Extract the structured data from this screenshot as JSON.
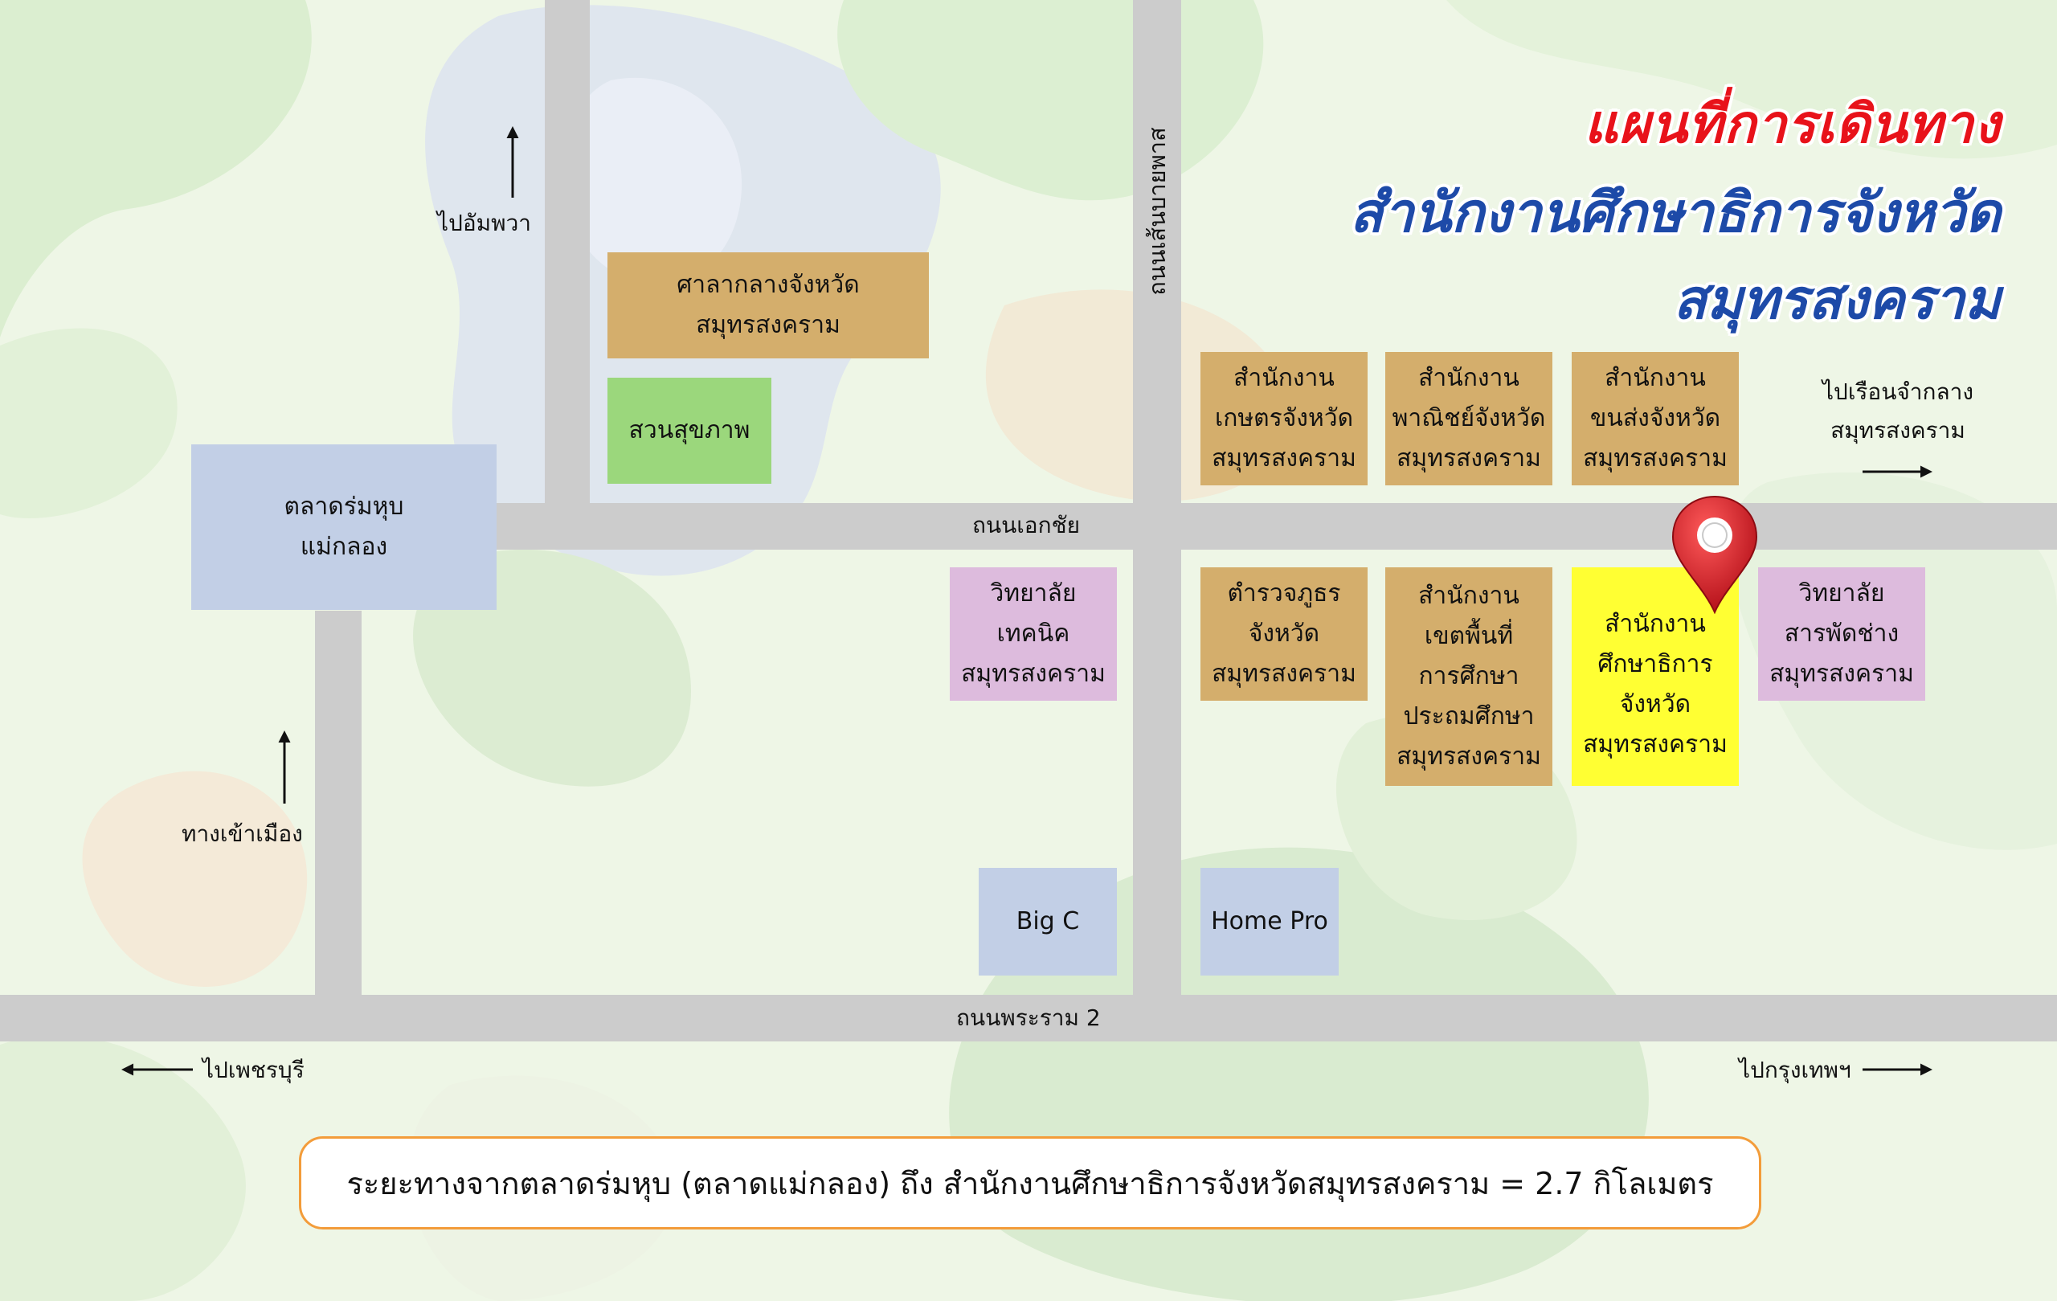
{
  "title": {
    "line1": "แผนที่การเดินทาง",
    "line2": "สำนักงานศึกษาธิการจังหวัดสมุทรสงคราม"
  },
  "roads": {
    "ekachai": "ถนนเอกชัย",
    "rama2": "ถนนพระราม 2",
    "sanburapas": "ถนนเส้นบายพาส"
  },
  "directions": {
    "to_amphawa": "ไปอัมพวา",
    "to_city": "ทางเข้าเมือง",
    "to_petchaburi": "ไปเพชรบุรี",
    "to_bangkok": "ไปกรุงเทพฯ",
    "to_prison": "ไปเรือนจำกลาง\nสมุทรสงคราม"
  },
  "places": {
    "city_hall": "ศาลากลางจังหวัดสมุทรสงคราม",
    "health_park": "สวนสุขภาพ",
    "market": "ตลาดร่มหุบ\nแม่กลอง",
    "tech_college": "วิทยาลัย\nเทคนิค\nสมุทรสงคราม",
    "agri_office": "สำนักงาน\nเกษตรจังหวัด\nสมุทรสงคราม",
    "commerce_office": "สำนักงาน\nพาณิชย์จังหวัด\nสมุทรสงคราม",
    "transport_office": "สำนักงาน\nขนส่งจังหวัด\nสมุทรสงคราม",
    "police": "ตำรวจภูธร\nจังหวัด\nสมุทรสงคราม",
    "primary_area_office": "สำนักงาน\nเขตพื้นที่\nการศึกษา\nประถมศึกษา\nสมุทรสงคราม",
    "education_office": "สำนักงาน\nศึกษาธิการ\nจังหวัด\nสมุทรสงคราม",
    "polytechnic": "วิทยาลัย\nสารพัดช่าง\nสมุทรสงคราม",
    "big_c": "Big C",
    "home_pro": "Home Pro"
  },
  "distance_note": "ระยะทางจากตลาดร่มหุบ (ตลาดแม่กลอง) ถึง สำนักงานศึกษาธิการจังหวัดสมุทรสงคราม = 2.7 กิโลเมตร",
  "colors": {
    "title_red": "#e8121a",
    "title_blue": "#1d4aa8",
    "road": "#cccccc",
    "government": "#d4ae6c",
    "park": "#9bd77c",
    "commercial": "#c2cfe6",
    "college": "#ddbbdd",
    "destination": "#ffff33",
    "pin": "#e3202a",
    "frame_orange": "#f39c3a"
  },
  "icons": {
    "pin": "location-pin-icon",
    "arrow_up": "arrow-up-icon",
    "arrow_left": "arrow-left-icon",
    "arrow_right": "arrow-right-icon"
  }
}
